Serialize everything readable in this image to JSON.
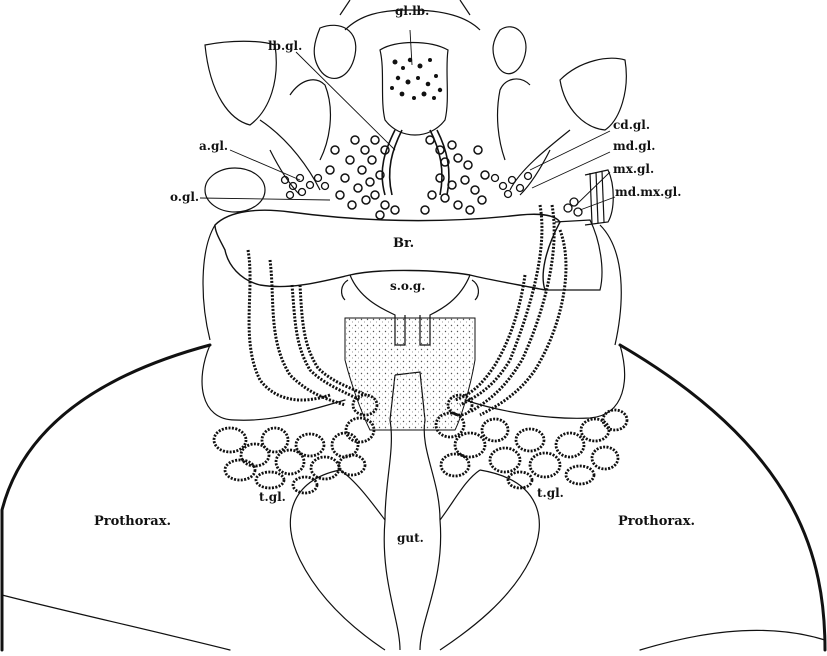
{
  "colors": {
    "ink": "#111111",
    "paper": "#ffffff",
    "stipple": "#555555"
  },
  "labels": {
    "gl_lb": "gl.lb.",
    "lb_gl": "lb.gl.",
    "cd_gl": "cd.gl.",
    "md_gl": "md.gl.",
    "a_gl": "a.gl.",
    "mx_gl": "mx.gl.",
    "o_gl": "o.gl.",
    "md_mx_gl": "md.mx.gl.",
    "br": "Br.",
    "s_o_g": "s.o.g.",
    "t_gl_left": "t.gl.",
    "t_gl_right": "t.gl.",
    "prothorax_left": "Prothorax.",
    "prothorax_right": "Prothorax.",
    "gut": "gut."
  }
}
